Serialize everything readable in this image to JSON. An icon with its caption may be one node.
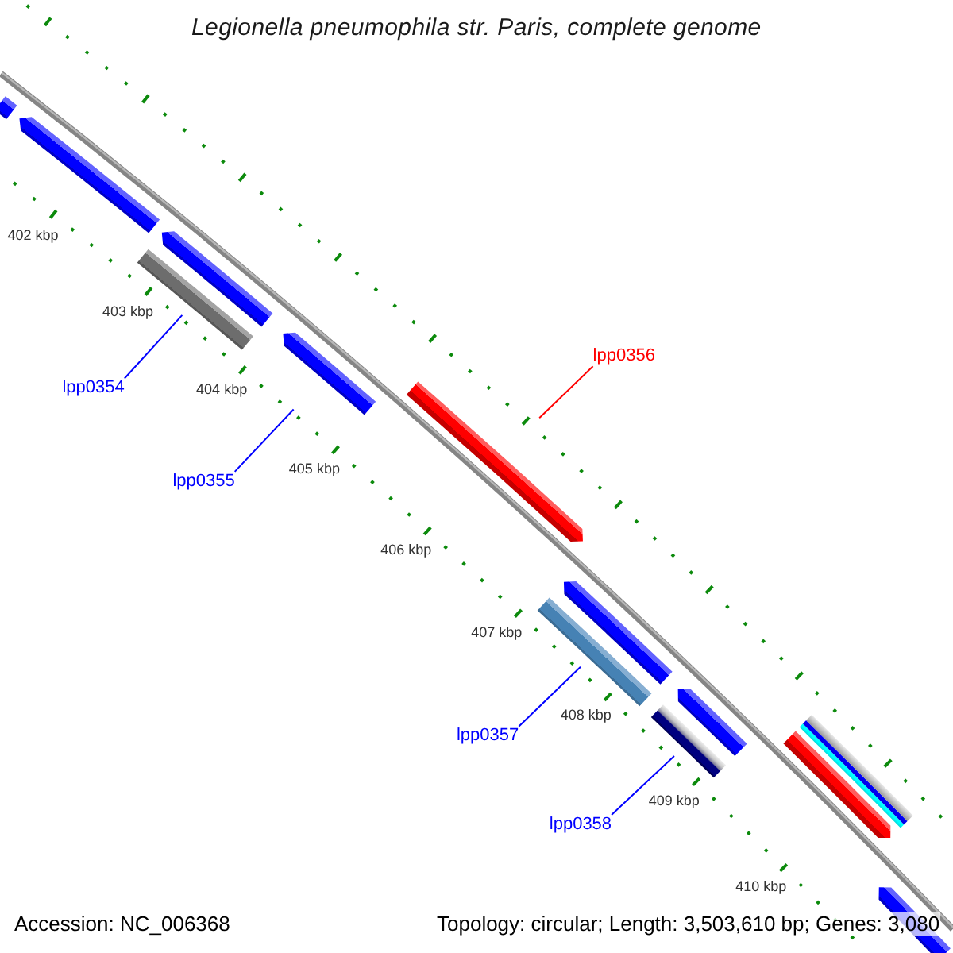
{
  "diagram": {
    "title": "Legionella pneumophila str. Paris, complete genome",
    "nodes": [
      {
        "text": [],
        "shape": "bar"
      },
      {
        "text": [],
        "shape": "arrow"
      },
      {
        "text": [],
        "shape": "arrow"
      },
      {
        "text": [
          "lpp0354"
        ]
      },
      {
        "text": [],
        "shape": "bar"
      },
      {
        "text": [
          "lpp0355"
        ]
      },
      {
        "text": [],
        "shape": "arrow"
      },
      {
        "text": [
          "lpp0356"
        ]
      },
      {
        "text": [],
        "shape": "arrow"
      },
      {
        "text": [],
        "shape": "arrow"
      },
      {
        "text": [
          "lpp0357"
        ]
      },
      {
        "text": [],
        "shape": "bar"
      },
      {
        "text": [],
        "shape": "arrow"
      },
      {
        "text": [
          "lpp0358"
        ]
      },
      {
        "text": [],
        "shape": "bar"
      },
      {
        "text": [],
        "shape": "arrow"
      },
      {
        "text": [],
        "shape": "bar"
      },
      {
        "text": [],
        "shape": "bar"
      },
      {
        "text": [],
        "shape": "bar"
      },
      {
        "text": [],
        "shape": "arrow"
      }
    ],
    "edges": [
      {
        "from": 3,
        "to": 4,
        "arrow": "none"
      },
      {
        "from": 5,
        "to": 6,
        "arrow": "none"
      },
      {
        "from": 7,
        "to": 8,
        "arrow": "none",
        "color": "#ff0000"
      },
      {
        "from": 10,
        "to": 11,
        "arrow": "none"
      },
      {
        "from": 13,
        "to": 14,
        "arrow": "none"
      }
    ],
    "labels": [
      "402 kbp",
      "403 kbp",
      "404 kbp",
      "405 kbp",
      "406 kbp",
      "407 kbp",
      "408 kbp",
      "409 kbp",
      "410 kbp",
      "Accession: NC_006368",
      "Topology: circular; Length: 3,503,610 bp; Genes: 3,080"
    ]
  }
}
